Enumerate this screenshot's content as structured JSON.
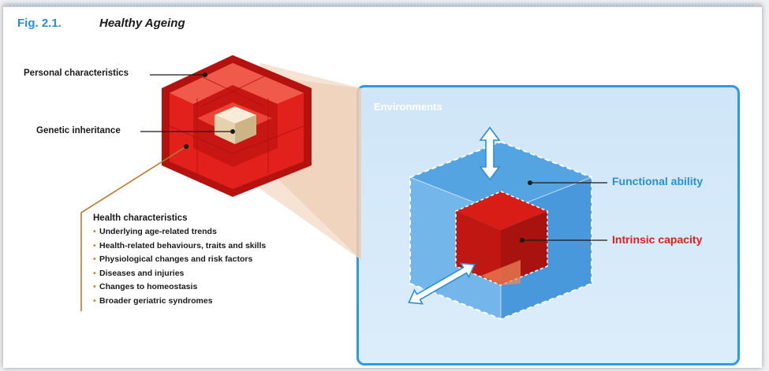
{
  "figure": {
    "number": "Fig. 2.1.",
    "title": "Healthy Ageing"
  },
  "labels": {
    "personal": "Personal characteristics",
    "genetic": "Genetic inheritance",
    "environments": "Environments",
    "functional_ability": "Functional ability",
    "intrinsic_capacity": "Intrinsic capacity"
  },
  "health": {
    "title": "Health characteristics",
    "items": [
      "Underlying age-related trends",
      "Health-related behaviours, traits and skills",
      "Physiological changes and risk factors",
      "Diseases and injuries",
      "Changes to homeostasis",
      "Broader geriatric syndromes"
    ]
  },
  "colors": {
    "red": "#e2201c",
    "dark_red": "#b3120f",
    "blue": "#2b8fd6",
    "light_blue": "#cfe6f8",
    "leader": "#b87a2a"
  }
}
